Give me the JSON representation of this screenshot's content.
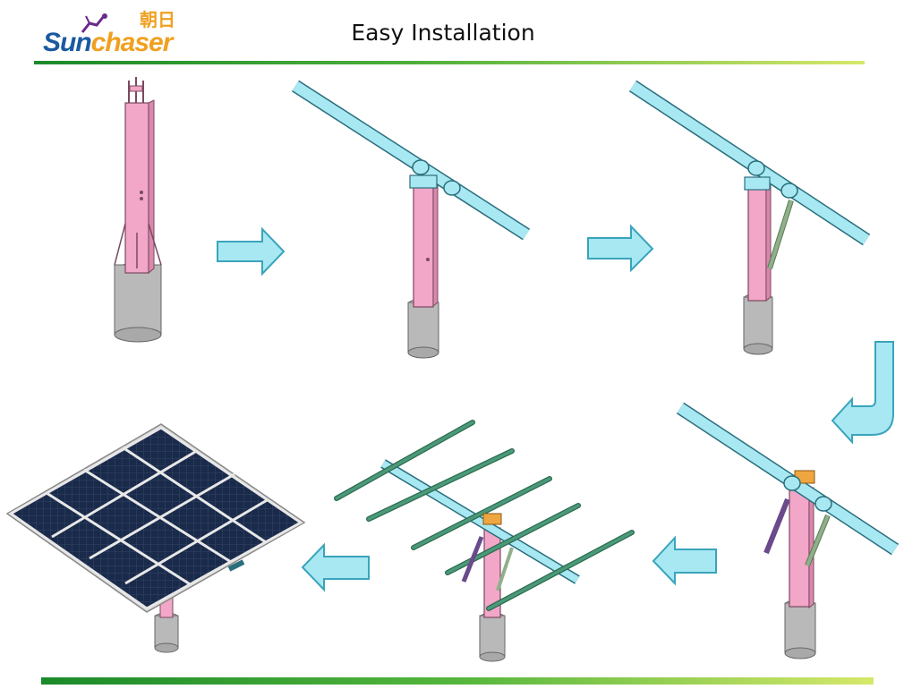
{
  "header": {
    "logo_word_part1": "Sun",
    "logo_word_part2": "chaser",
    "logo_cn": "朝日",
    "title": "Easy Installation"
  },
  "colors": {
    "pillar": "#f2a6c8",
    "pillar_stroke": "#7a4a60",
    "foundation": "#b9b9b9",
    "beam": "#a8e8f2",
    "beam_stroke": "#2a6e7c",
    "arrow_fill": "#a8e8f2",
    "arrow_stroke": "#3aa4bc",
    "actuator": "#8fb08a",
    "rail": "#4a9a7a",
    "panel": "#1a2a4a",
    "frame": "#d8d8d8",
    "rule_start": "#1a8a2a",
    "rule_end": "#d6e86a"
  },
  "steps": [
    {
      "step": 1,
      "content": "pillar-with-foundation"
    },
    {
      "step": 2,
      "content": "pillar-with-crossbeam"
    },
    {
      "step": 3,
      "content": "crossbeam-with-actuator"
    },
    {
      "step": 4,
      "content": "crossbeam-with-two-actuators"
    },
    {
      "step": 5,
      "content": "purlin-rails-mounted"
    },
    {
      "step": 6,
      "content": "solar-panels-mounted"
    }
  ]
}
